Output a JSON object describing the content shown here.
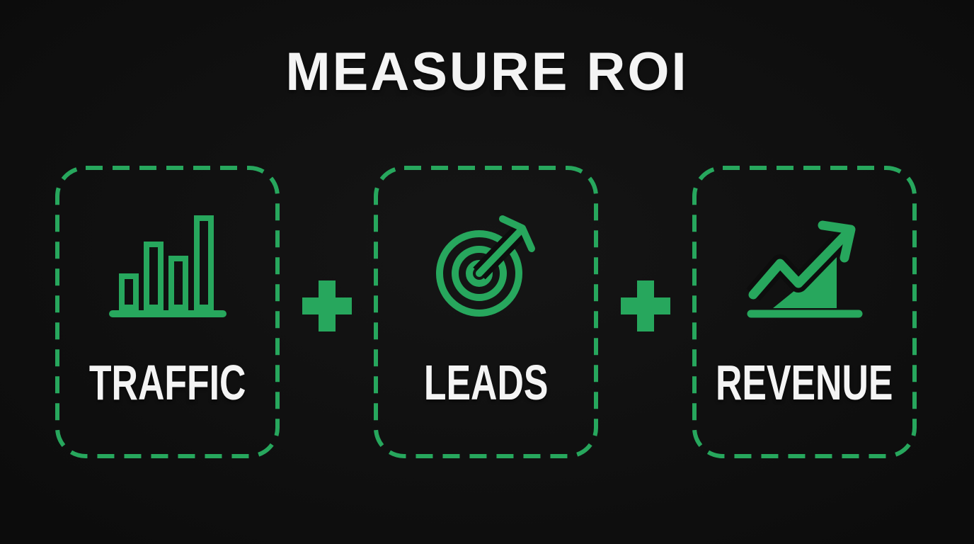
{
  "title": "MEASURE ROI",
  "cards": [
    {
      "label": "TRAFFIC",
      "icon": "bar-chart-icon"
    },
    {
      "label": "LEADS",
      "icon": "target-arrow-icon"
    },
    {
      "label": "REVENUE",
      "icon": "growth-arrow-icon"
    }
  ],
  "separator_symbol": "plus",
  "theme": {
    "accent": "#27a75d",
    "text": "#f4f4f4",
    "background": "#0d0d0d"
  }
}
